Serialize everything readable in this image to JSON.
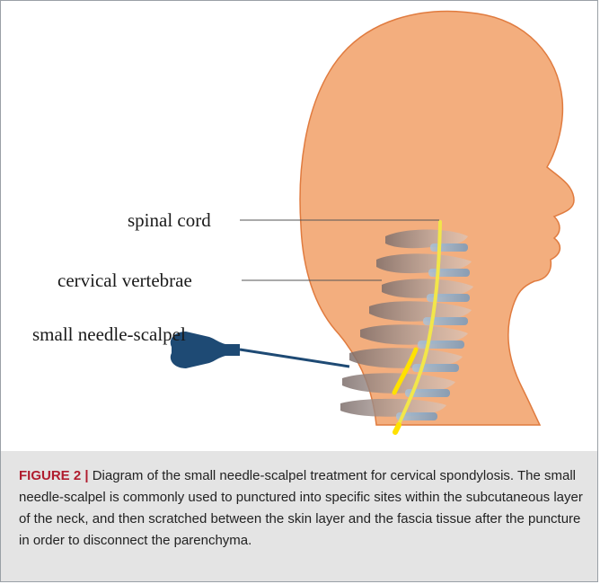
{
  "diagram": {
    "labels": {
      "spinal_cord": "spinal cord",
      "cervical_vertebrae": "cervical vertebrae",
      "small_needle_scalpel": "small needle-scalpel"
    },
    "colors": {
      "skin": "#f3ae7e",
      "skin_outline": "#e07b3f",
      "vertebra": "#9c8a86",
      "spinal_cord": "#f2e64a",
      "disc": "#8fb3d1",
      "needle": "#1e4a74"
    }
  },
  "caption": {
    "figure_label": "FIGURE 2 |",
    "text": " Diagram of the small needle-scalpel treatment for cervical spondylosis. The small needle-scalpel is commonly used to punctured into specific sites within the subcutaneous layer of the neck, and then scratched between the skin layer and the fascia tissue after the puncture in order to disconnect the parenchyma."
  }
}
